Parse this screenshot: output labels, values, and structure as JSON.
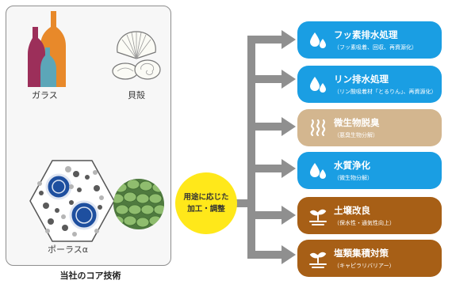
{
  "colors": {
    "blue": "#1a9ee3",
    "beige": "#d3b68f",
    "brown": "#a75f16",
    "yellow": "#ffe81a",
    "arrow": "#8f8f8f"
  },
  "core": {
    "glass_label": "ガラス",
    "shell_label": "貝殻",
    "porous_label": "ポーラスα",
    "caption": "当社のコア技術"
  },
  "process": {
    "line1": "用途に応じた",
    "line2": "加工・調整"
  },
  "applications": [
    {
      "title": "フッ素排水処理",
      "subtitle": "（フッ素吸着、回収、再資源化）",
      "icon": "water-drops-icon"
    },
    {
      "title": "リン排水処理",
      "subtitle": "（リン酸吸着材「とるりん」、再資源化）",
      "icon": "water-drops-icon"
    },
    {
      "title": "微生物脱臭",
      "subtitle": "（悪臭生物分解）",
      "icon": "odor-waves-icon"
    },
    {
      "title": "水質浄化",
      "subtitle": "（微生物分解）",
      "icon": "water-drops-icon"
    },
    {
      "title": "土壌改良",
      "subtitle": "（保水性・通気性向上）",
      "icon": "sprout-icon"
    },
    {
      "title": "塩類集積対策",
      "subtitle": "（キャピラリバリアー）",
      "icon": "sprout-icon"
    }
  ]
}
